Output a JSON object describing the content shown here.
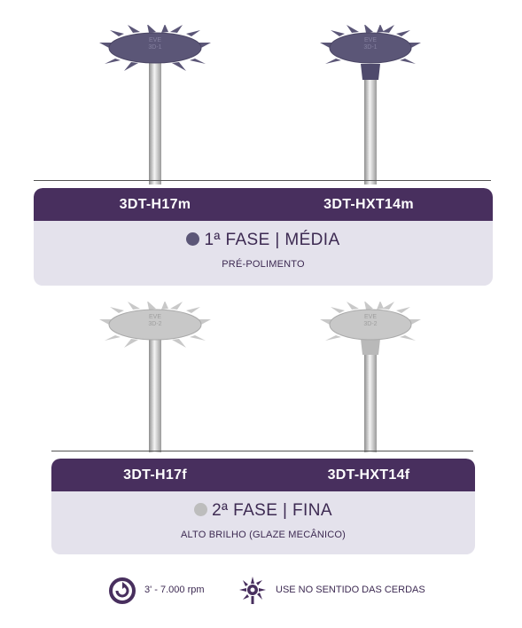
{
  "colors": {
    "accent": "#482f5e",
    "panel": "#e4e2ec",
    "phase1_brush": "#5b5677",
    "phase2_brush": "#c8c8c8"
  },
  "brushes": {
    "row1": {
      "left": {
        "engraving_line1": "EVE",
        "engraving_line2": "3D-1"
      },
      "right": {
        "engraving_line1": "EVE",
        "engraving_line2": "3D-1"
      }
    },
    "row2": {
      "left": {
        "engraving_line1": "EVE",
        "engraving_line2": "3D-2"
      },
      "right": {
        "engraving_line1": "EVE",
        "engraving_line2": "3D-2"
      }
    }
  },
  "phase1": {
    "products": [
      "3DT-H17m",
      "3DT-HXT14m"
    ],
    "title": "1ª FASE | MÉDIA",
    "subtitle": "PRÉ-POLIMENTO",
    "dot_color": "#5b5677"
  },
  "phase2": {
    "products": [
      "3DT-H17f",
      "3DT-HXT14f"
    ],
    "title": "2ª FASE | FINA",
    "subtitle": "ALTO BRILHO (GLAZE MECÂNICO)",
    "dot_color": "#bdbdbd"
  },
  "footer": {
    "rpm_icon": "rotation-icon",
    "rpm_text": "3' - 7.000 rpm",
    "direction_icon": "bristle-direction-icon",
    "direction_text": "USE NO SENTIDO DAS CERDAS"
  }
}
